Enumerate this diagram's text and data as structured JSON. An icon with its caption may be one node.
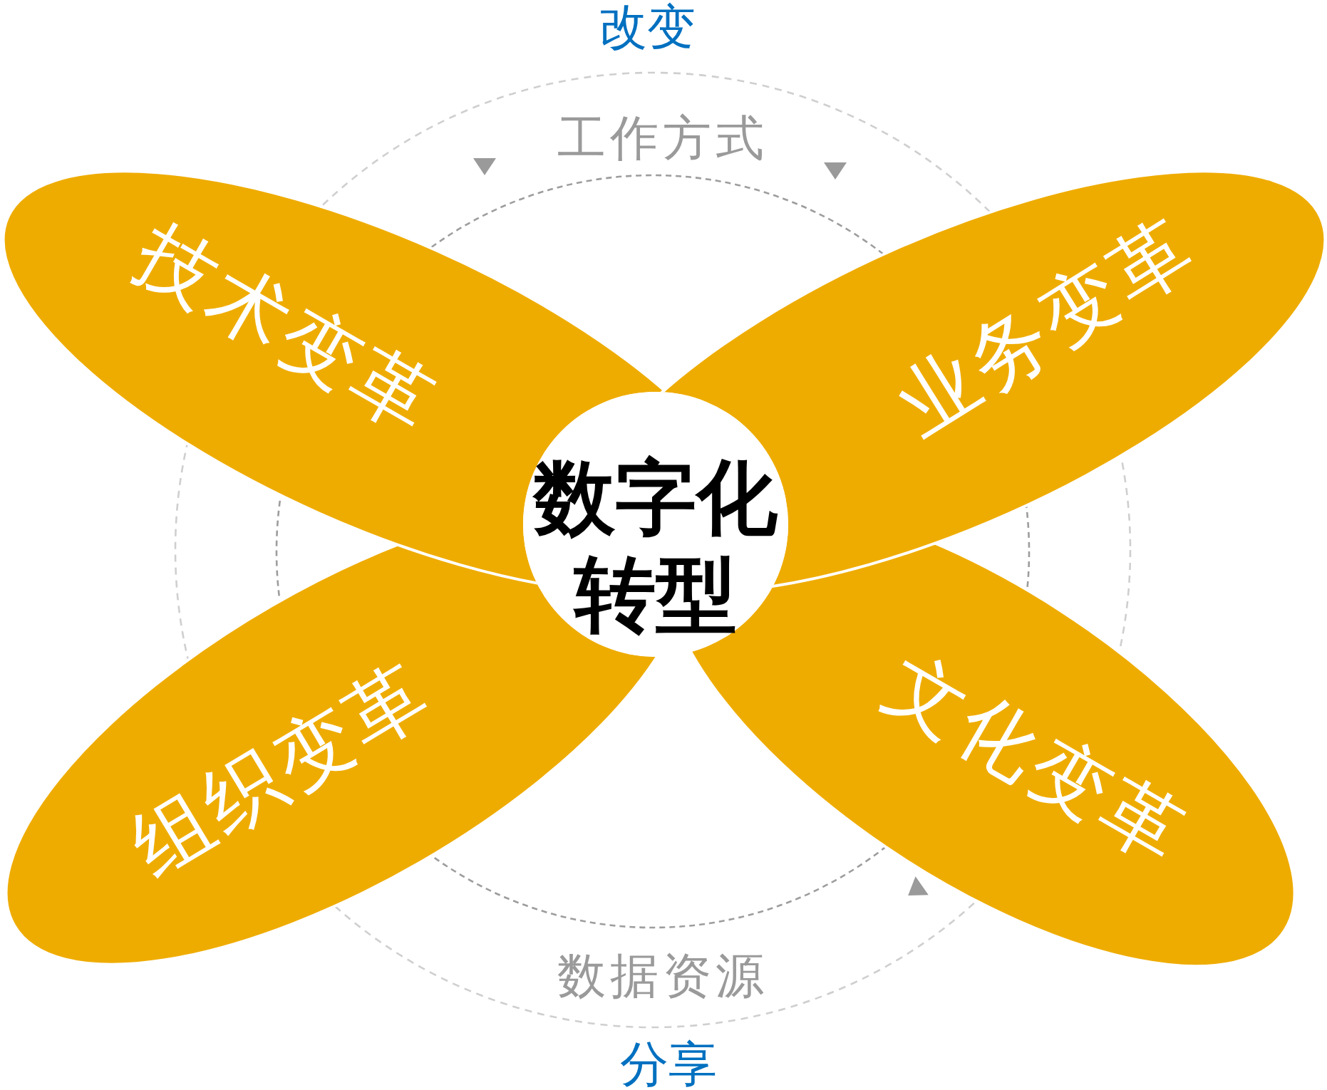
{
  "diagram": {
    "nodes": [
      {
        "text": [
          "技术变革"
        ]
      },
      {
        "text": [
          "业务变革"
        ]
      },
      {
        "text": [
          "数字化转型"
        ]
      },
      {
        "text": [
          "组织变革"
        ]
      },
      {
        "text": [
          "文化变革"
        ]
      }
    ],
    "labels": [
      "改变",
      "工作方式",
      "数据资源",
      "分享"
    ]
  }
}
